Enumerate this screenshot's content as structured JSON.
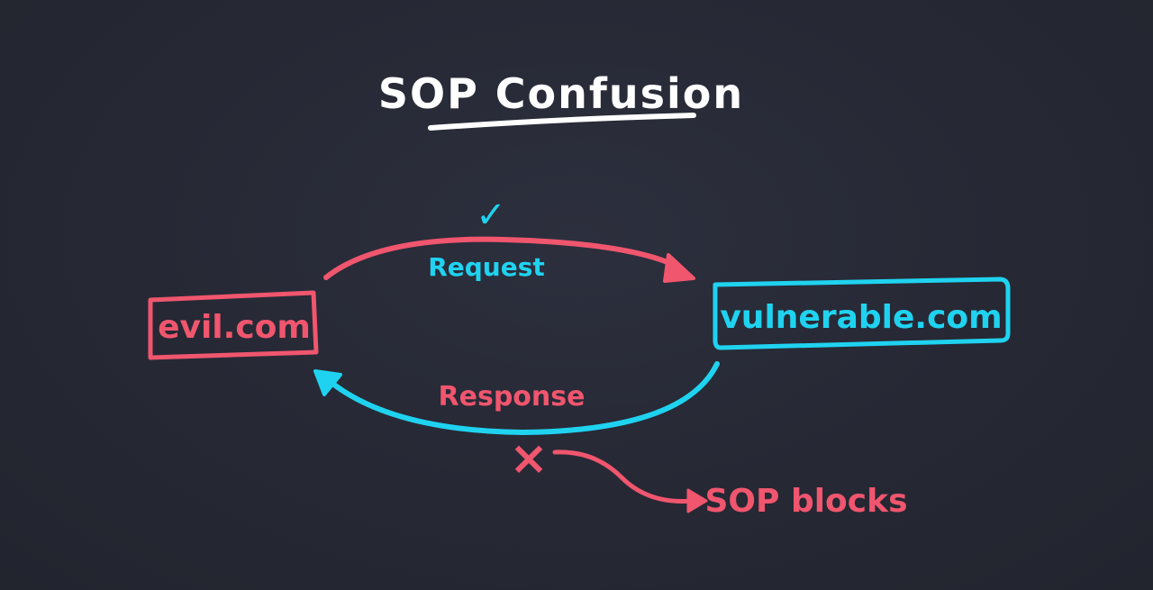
{
  "title": "SOP Confusion",
  "nodes": {
    "attacker": "evil.com",
    "victim": "vulnerable.com"
  },
  "arrows": {
    "request_label": "Request",
    "response_label": "Response",
    "blocked_label": "SOP blocks"
  },
  "marks": {
    "allowed_symbol": "✓",
    "blocked_symbol": "×"
  },
  "colors": {
    "background": "#262834",
    "white": "#ffffff",
    "pink": "#f0566e",
    "cyan": "#1fd3f0"
  }
}
